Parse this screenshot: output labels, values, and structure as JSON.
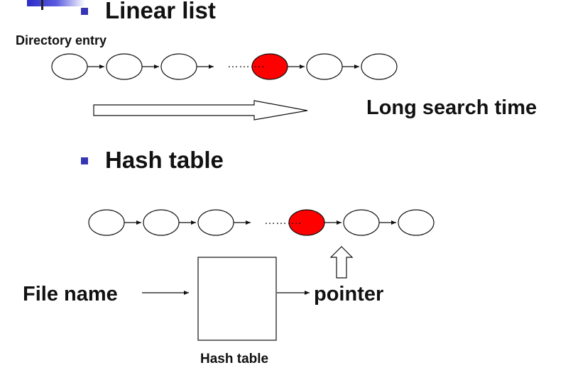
{
  "sections": {
    "linear": {
      "bullet_title": "Linear list",
      "entry_label": "Directory entry",
      "ellipsis": "……….",
      "search_note": "Long search time"
    },
    "hash": {
      "bullet_title": "Hash table",
      "ellipsis": "……….",
      "file_name_label": "File name",
      "pointer_label": "pointer",
      "table_caption": "Hash table"
    }
  },
  "colors": {
    "highlight_node": "#ff0000",
    "bullet": "#3636b4",
    "text": "#111111"
  },
  "lists": {
    "linear_nodes": [
      "plain",
      "plain",
      "plain",
      "gap",
      "highlight",
      "plain",
      "plain"
    ],
    "hash_nodes": [
      "plain",
      "plain",
      "plain",
      "gap",
      "highlight",
      "plain",
      "plain"
    ]
  }
}
